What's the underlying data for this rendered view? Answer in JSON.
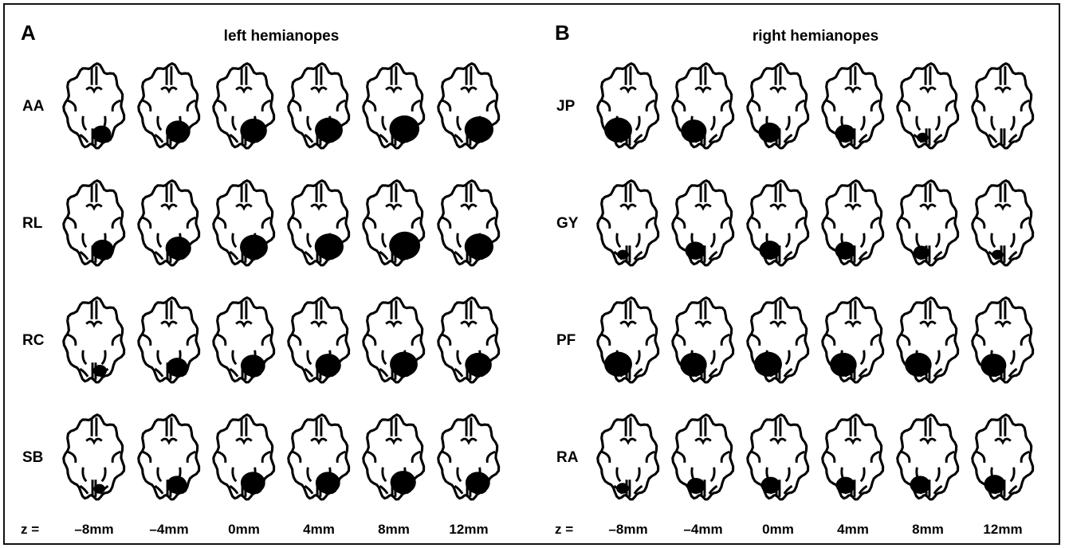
{
  "panels": [
    {
      "letter": "A",
      "title": "left hemianopes",
      "lesion_side": "right",
      "subjects": [
        {
          "id": "AA",
          "lesion_extent": [
            0.45,
            0.7,
            0.8,
            0.85,
            0.95,
            0.9
          ]
        },
        {
          "id": "RL",
          "lesion_extent": [
            0.6,
            0.75,
            0.85,
            0.9,
            1.0,
            0.9
          ]
        },
        {
          "id": "RC",
          "lesion_extent": [
            0.2,
            0.55,
            0.7,
            0.75,
            0.85,
            0.8
          ]
        },
        {
          "id": "SB",
          "lesion_extent": [
            0.1,
            0.5,
            0.7,
            0.7,
            0.75,
            0.7
          ]
        }
      ]
    },
    {
      "letter": "B",
      "title": "right hemianopes",
      "lesion_side": "left",
      "subjects": [
        {
          "id": "JP",
          "lesion_extent": [
            0.85,
            0.75,
            0.6,
            0.5,
            0.1,
            0.0
          ]
        },
        {
          "id": "GY",
          "lesion_extent": [
            0.1,
            0.5,
            0.55,
            0.5,
            0.3,
            0.1
          ]
        },
        {
          "id": "PF",
          "lesion_extent": [
            0.85,
            0.8,
            0.85,
            0.8,
            0.8,
            0.75
          ]
        },
        {
          "id": "RA",
          "lesion_extent": [
            0.15,
            0.4,
            0.45,
            0.45,
            0.5,
            0.55
          ]
        }
      ]
    }
  ],
  "z_prefix": "z =",
  "z_levels": [
    "–8mm",
    "–4mm",
    "0mm",
    "4mm",
    "8mm",
    "12mm"
  ]
}
